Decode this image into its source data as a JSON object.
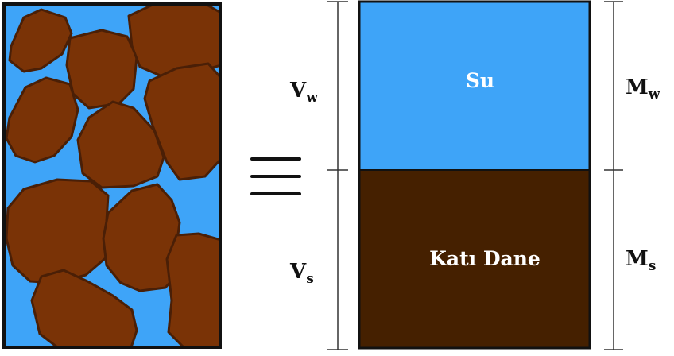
{
  "colors": {
    "water": "#3ea4f8",
    "soil_grain": "#7a3306",
    "grain_outline": "#4a1f06",
    "solid_block": "#452000",
    "outline": "#111111"
  },
  "labels": {
    "water_phase": "Su",
    "solid_phase": "Katı Dane",
    "volume_water": {
      "base": "V",
      "sub": "w"
    },
    "volume_solid": {
      "base": "V",
      "sub": "s"
    },
    "mass_water": {
      "base": "M",
      "sub": "w"
    },
    "mass_solid": {
      "base": "M",
      "sub": "s"
    }
  },
  "equivalence_symbol": "equals-bars"
}
